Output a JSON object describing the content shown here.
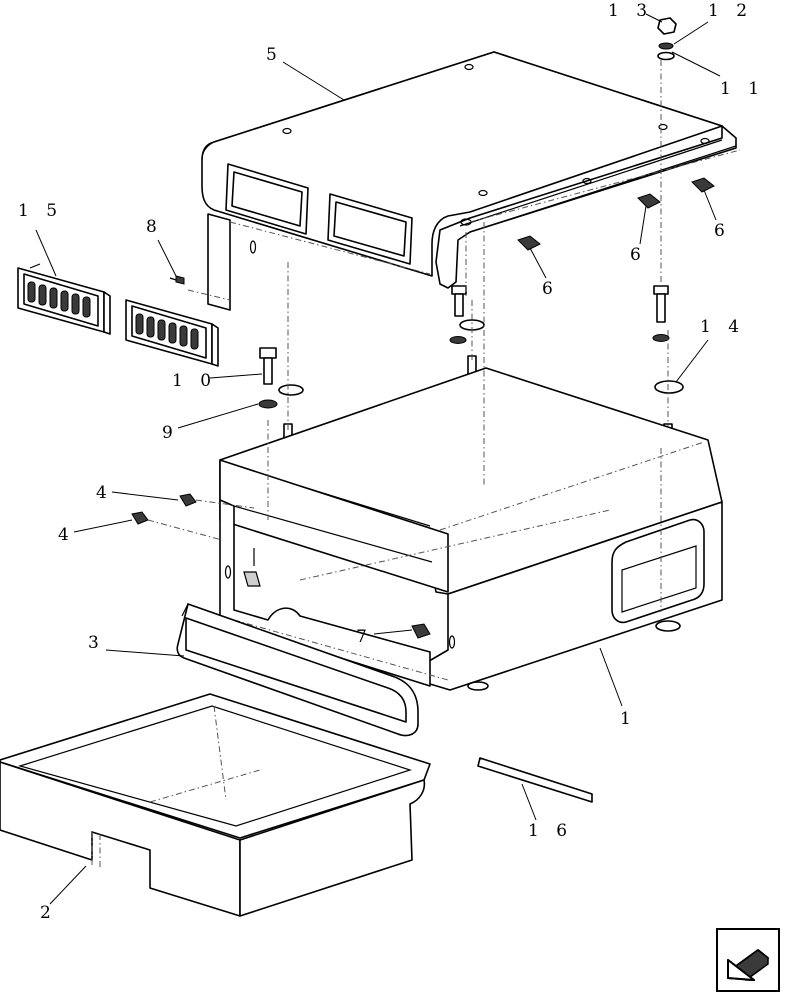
{
  "diagram": {
    "callouts": {
      "p1": "1",
      "p2": "2",
      "p3": "3",
      "p4a": "4",
      "p4b": "4",
      "p5": "5",
      "p6a": "6",
      "p6b": "6",
      "p6c": "6",
      "p7": "7",
      "p8": "8",
      "p9": "9",
      "p10": "1 0",
      "p11": "1 1",
      "p12": "1 2",
      "p13": "1 3",
      "p14": "1 4",
      "p15": "1 5",
      "p16": "1 6"
    }
  },
  "navigation": {
    "icon": "arrow-down-left-icon"
  }
}
